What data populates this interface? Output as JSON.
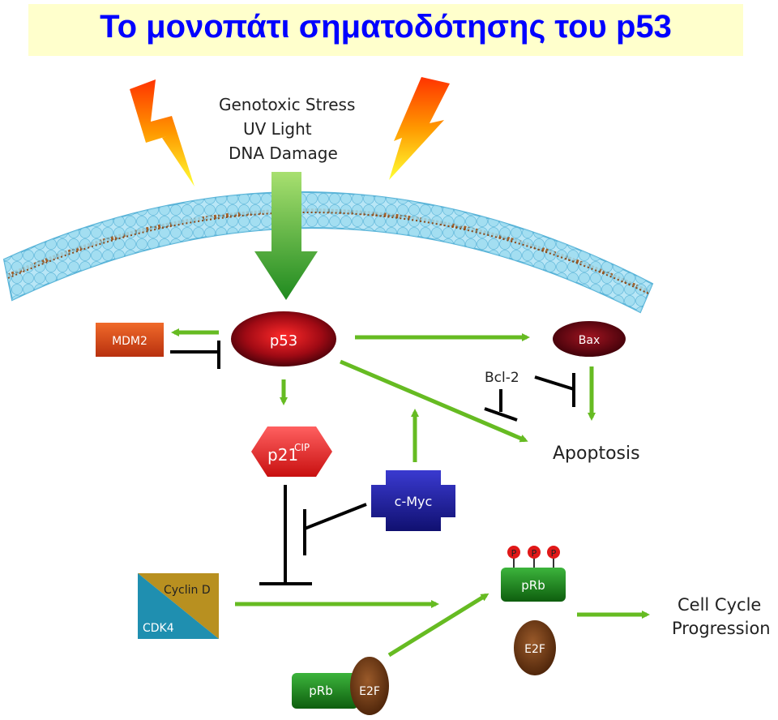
{
  "title": "Το μονοπάτι σηματοδότησης του p53",
  "stimuli": [
    "Genotoxic Stress",
    "UV Light",
    "DNA Damage"
  ],
  "nodes": {
    "mdm2": "MDM2",
    "p53": "p53",
    "bax": "Bax",
    "bcl2": "Bcl-2",
    "apoptosis": "Apoptosis",
    "p21": "p21",
    "p21_sup": "CIP",
    "cmyc": "c-Myc",
    "cyclin_d": "Cyclin D",
    "cdk4": "CDK4",
    "prb_phos": "pRb",
    "phospho_marks": [
      "P",
      "P",
      "P"
    ],
    "e2f_free": "E2F",
    "prb_bound": "pRb",
    "e2f_bound": "E2F",
    "cell_cycle_1": "Cell Cycle",
    "cell_cycle_2": "Progression"
  },
  "colors": {
    "title_text": "#0000ff",
    "title_bg": "#ffffcc",
    "activation_arrow": "#66bb22",
    "inhibition": "#000000",
    "p53": "#c8141e",
    "mdm2": "#e0501e",
    "cmyc": "#1a1aa0",
    "prb": "#1e8c1e",
    "e2f": "#6b3a1a",
    "cyclin_d": "#b89020",
    "cdk4": "#1f8fb0",
    "membrane": "#9fdcf0"
  }
}
